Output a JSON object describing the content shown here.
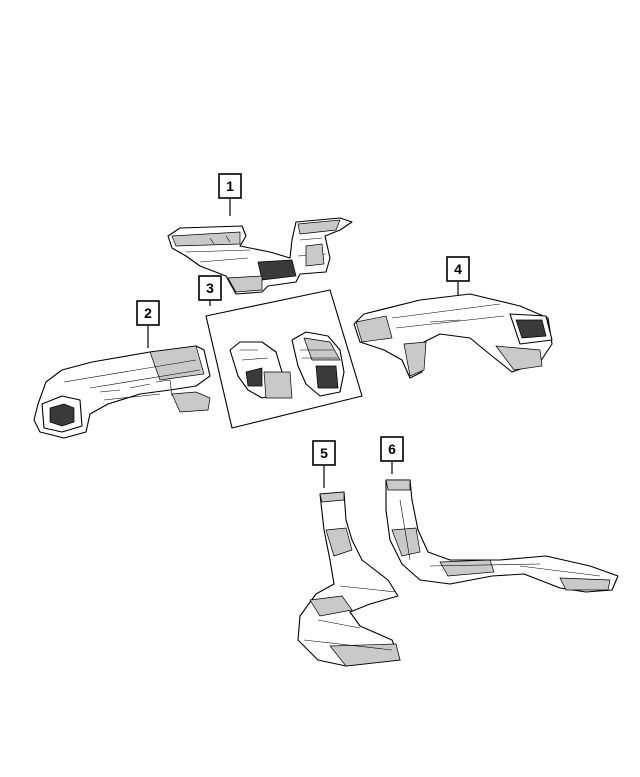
{
  "callouts": [
    {
      "id": "1",
      "label": "1"
    },
    {
      "id": "2",
      "label": "2"
    },
    {
      "id": "3",
      "label": "3"
    },
    {
      "id": "4",
      "label": "4"
    },
    {
      "id": "5",
      "label": "5"
    },
    {
      "id": "6",
      "label": "6"
    }
  ],
  "colors": {
    "line": "#000000",
    "shade": "#c9c9c9",
    "dark_shade": "#3a3a3a",
    "background": "#ffffff"
  }
}
